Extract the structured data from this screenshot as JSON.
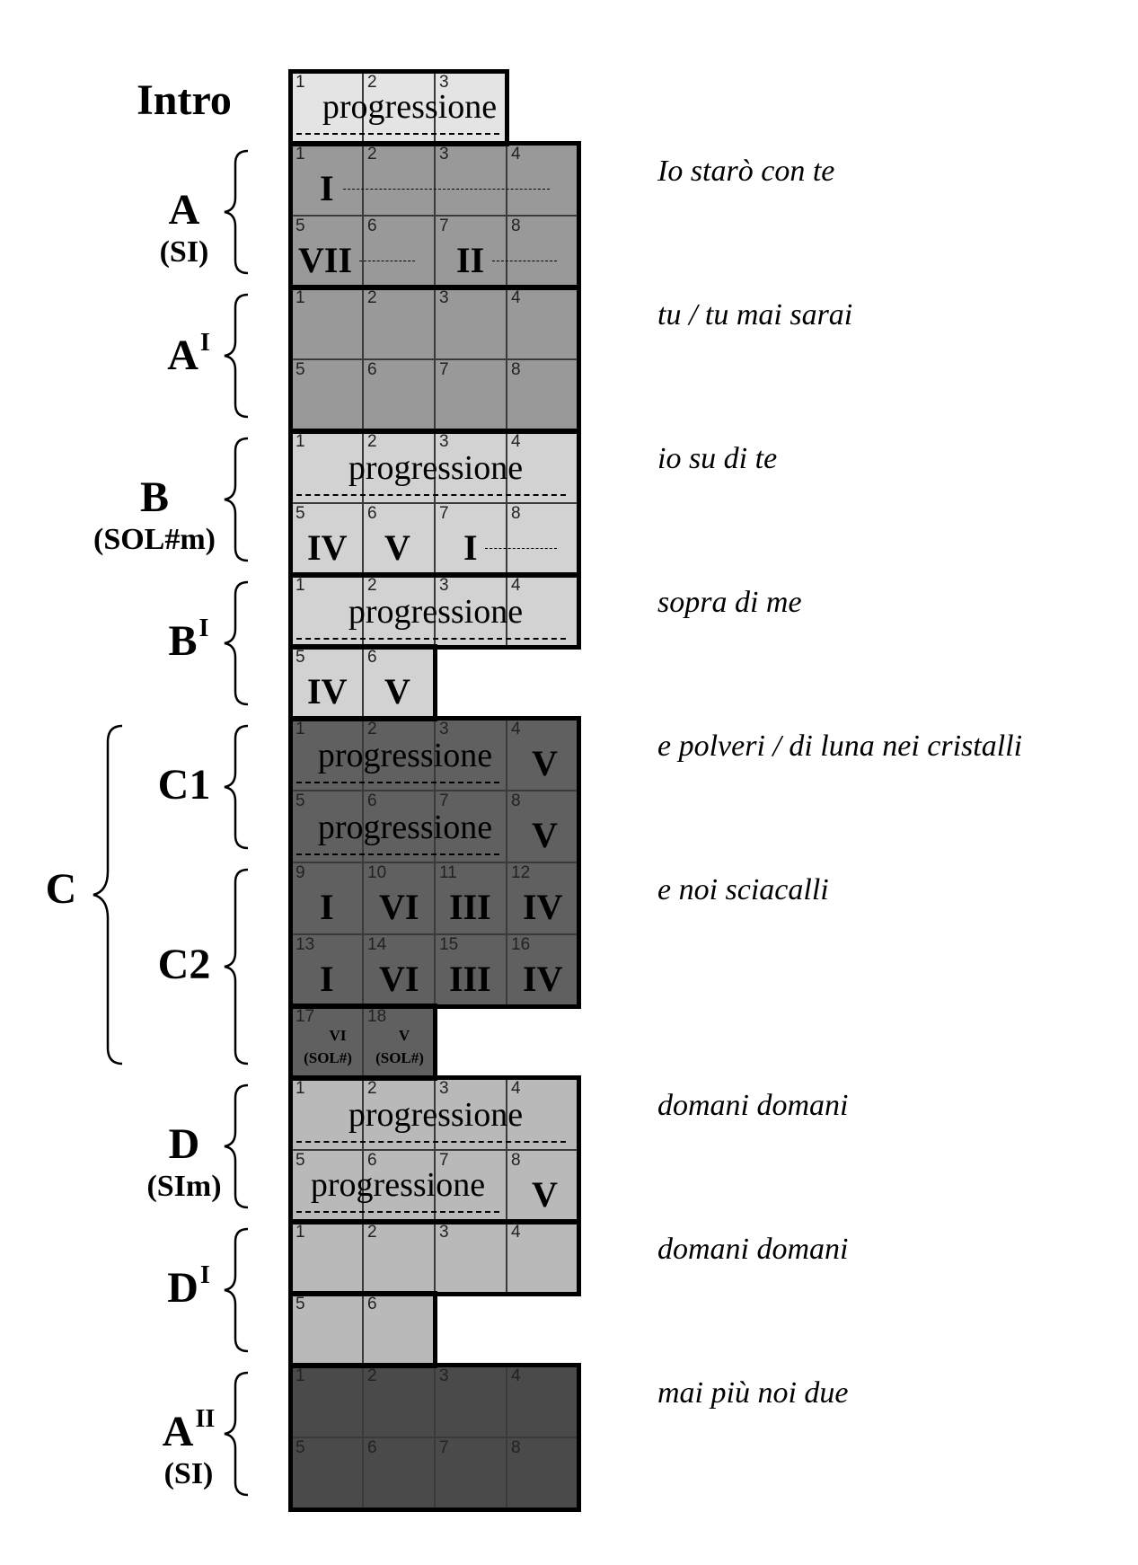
{
  "colors": {
    "intro": "#e4e4e4",
    "A": "#999999",
    "B": "#d2d2d2",
    "C": "#606060",
    "D": "#b9b9b9",
    "A2": "#4a4a4a"
  },
  "sections": {
    "intro": {
      "label": "Intro"
    },
    "A": {
      "label": "A",
      "key": "(SI)",
      "lyric": "Io starò con te"
    },
    "A1": {
      "label": "A",
      "sup": "I",
      "lyric": "tu / tu mai sarai"
    },
    "B": {
      "label": "B",
      "key": "(SOL#m)",
      "lyric": "io su di te"
    },
    "B1": {
      "label": "B",
      "sup": "I",
      "lyric": "sopra di me"
    },
    "C": {
      "label": "C"
    },
    "C1": {
      "label": "C1",
      "lyric": "e polveri / di luna nei cristalli"
    },
    "C2": {
      "label": "C2",
      "lyric": "e noi sciacalli"
    },
    "D": {
      "label": "D",
      "key": "(SIm)",
      "lyric": "domani domani"
    },
    "D1": {
      "label": "D",
      "sup": "I",
      "lyric": "domani domani"
    },
    "A2": {
      "label": "A",
      "sup": "II",
      "key": "(SI)",
      "lyric": "mai più noi due"
    }
  },
  "progressione": "progressione",
  "numbers": [
    "1",
    "2",
    "3",
    "4",
    "5",
    "6",
    "7",
    "8",
    "9",
    "10",
    "11",
    "12",
    "13",
    "14",
    "15",
    "16",
    "17",
    "18"
  ],
  "chords": {
    "I": "I",
    "II": "II",
    "III": "III",
    "IV": "IV",
    "V": "V",
    "VI": "VI",
    "VII": "VII"
  },
  "chords_small": {
    "c17_top": "VI",
    "c17_bottom": "(SOL#)",
    "c18_top": "V",
    "c18_bottom": "(SOL#)"
  }
}
